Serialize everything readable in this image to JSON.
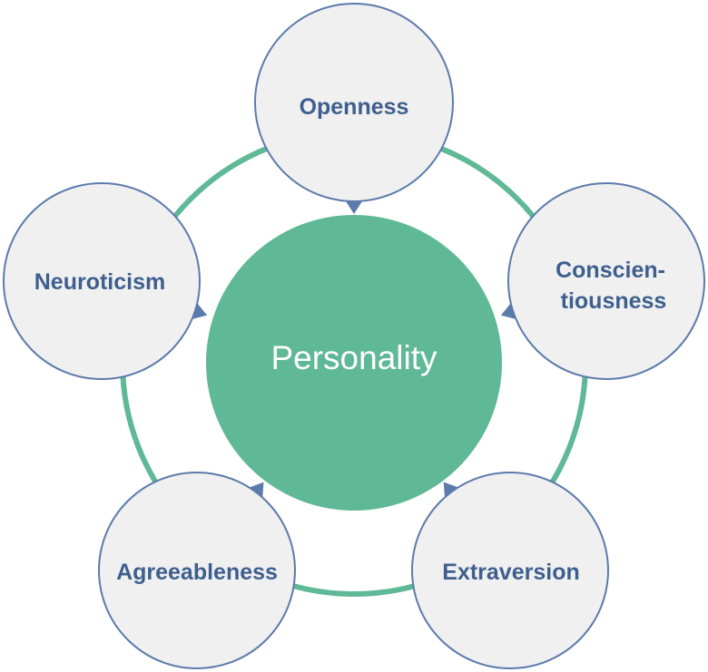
{
  "center": {
    "label": "Personality"
  },
  "traits": [
    {
      "id": "openness",
      "lines": [
        "Openness"
      ]
    },
    {
      "id": "conscientiousness",
      "lines": [
        "Conscien-",
        "tiousness"
      ]
    },
    {
      "id": "extraversion",
      "lines": [
        "Extraversion"
      ]
    },
    {
      "id": "agreeableness",
      "lines": [
        "Agreeableness"
      ]
    },
    {
      "id": "neuroticism",
      "lines": [
        "Neuroticism"
      ]
    }
  ],
  "colors": {
    "ring": "#5fb896",
    "center_fill": "#5fb896",
    "bubble_fill": "#f0f0f0",
    "bubble_stroke": "#5b7bab",
    "pointer": "#5b7bab",
    "text": "#3e5f8e"
  }
}
